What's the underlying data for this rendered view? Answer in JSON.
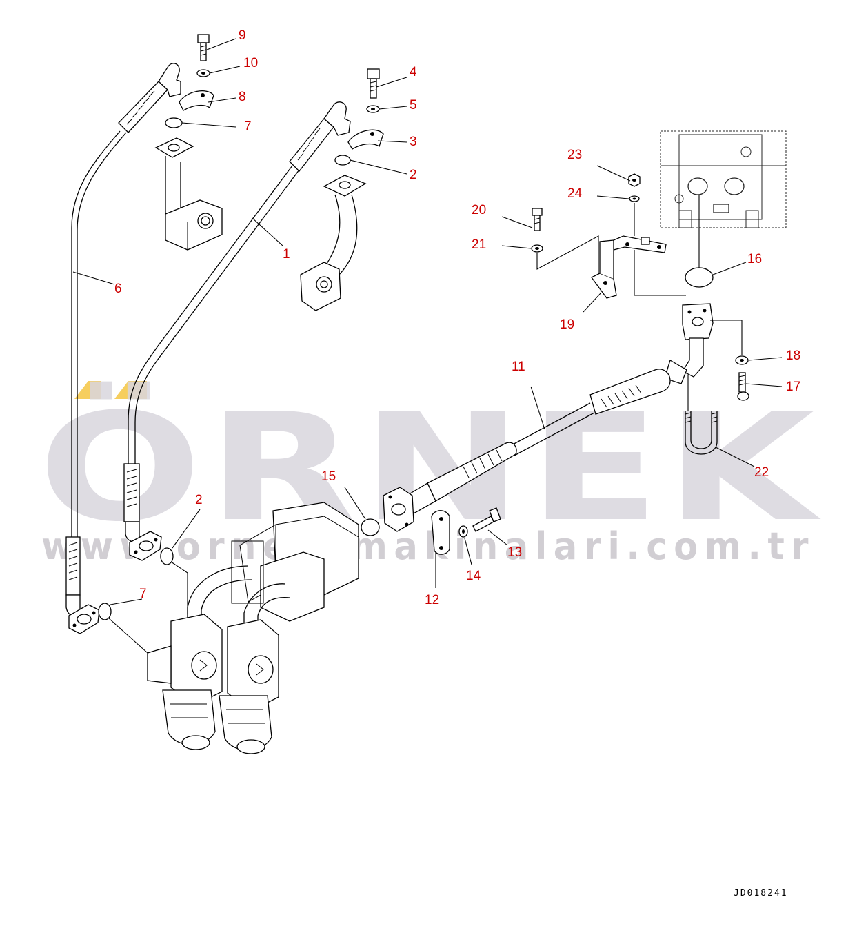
{
  "diagram": {
    "document_id": "JD018241",
    "watermark": {
      "brand": "ÖRNEK",
      "url": "www.orneksmakinalari.com.tr",
      "accent_color": "#f5c542"
    },
    "callout_color": "#cc0000",
    "callouts": {
      "c1": "1",
      "c2a": "2",
      "c2b": "2",
      "c3": "3",
      "c4": "4",
      "c5": "5",
      "c6": "6",
      "c7a": "7",
      "c7b": "7",
      "c8": "8",
      "c9": "9",
      "c10": "10",
      "c11": "11",
      "c12": "12",
      "c13": "13",
      "c14": "14",
      "c15": "15",
      "c16": "16",
      "c17": "17",
      "c18": "18",
      "c19": "19",
      "c20": "20",
      "c21": "21",
      "c22": "22",
      "c23": "23",
      "c24": "24"
    }
  }
}
